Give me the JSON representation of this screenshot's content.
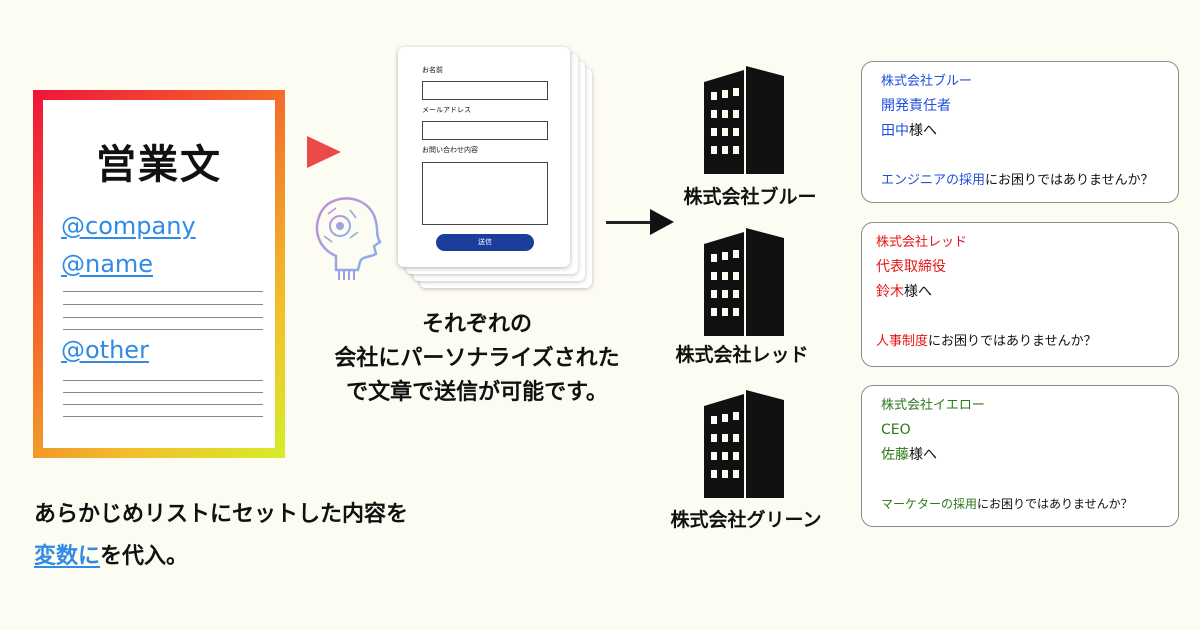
{
  "template_doc": {
    "title": "営業文",
    "vars": [
      "@company",
      "@name",
      "@other"
    ]
  },
  "form": {
    "label_name": "お名前",
    "label_email": "メールアドレス",
    "label_inquiry": "お問い合わせ内容",
    "submit": "送信"
  },
  "caption": {
    "line1": "それぞれの",
    "line2": "会社にパーソナライズされた",
    "line3": "で文章で送信が可能です。"
  },
  "companies": [
    {
      "name": "株式会社ブルー",
      "color": "#1f4fdc",
      "card": {
        "company": "株式会社ブルー",
        "role": "開発責任者",
        "person": "田中",
        "honorific": "様へ",
        "topic": "エンジニアの採用",
        "rest": "にお困りではありませんか？"
      }
    },
    {
      "name": "株式会社レッド",
      "color": "#e51414",
      "card": {
        "company": "株式会社レッド",
        "role": "代表取締役",
        "person": "鈴木",
        "honorific": "様へ",
        "topic": "人事制度",
        "rest": "にお困りではありませんか？"
      }
    },
    {
      "name": "株式会社グリーン",
      "color": "#2c7a1a",
      "card": {
        "company": "株式会社イエロー",
        "role": "CEO",
        "person": "佐藤",
        "honorific": "様へ",
        "topic": "マーケターの採用",
        "rest": "にお困りではありませんか？"
      }
    }
  ],
  "bottom": {
    "line1": "あらかじめリストにセットした内容を",
    "line2_highlight": "変数に",
    "line2_rest": "を代入。"
  },
  "colors": {
    "background": "#fdfcf3",
    "variable_blue": "#2f8be6",
    "submit_button": "#1b3e9c",
    "play_arrow": "#ec4a49"
  }
}
